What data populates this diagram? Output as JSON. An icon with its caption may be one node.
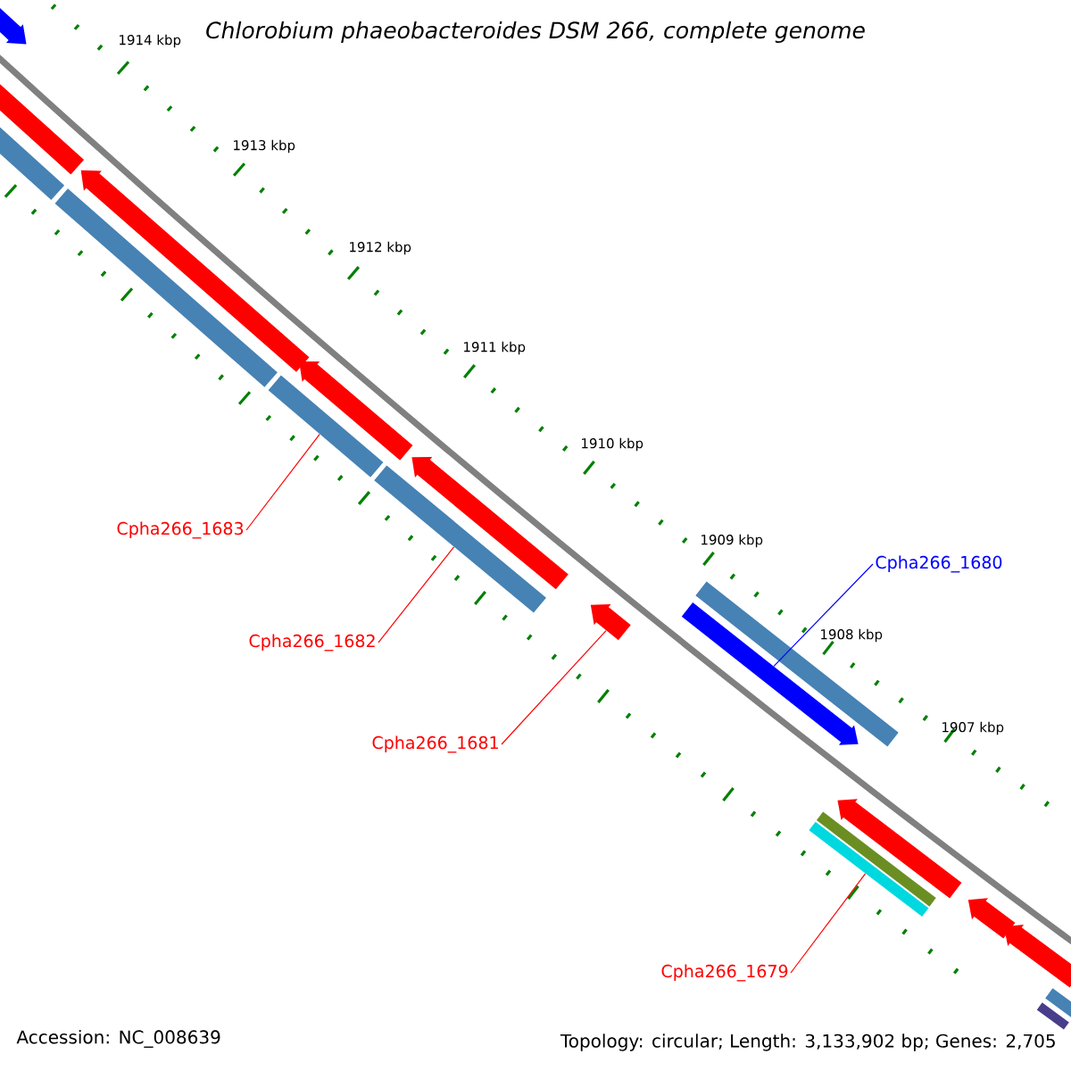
{
  "diagram": {
    "title": "Chlorobium phaeobacteroides DSM 266, complete genome",
    "nodes": [
      {
        "text": [
          "Cpha266_1683"
        ]
      },
      {
        "text": [],
        "shape": "bar"
      },
      {
        "text": [
          "Cpha266_1682"
        ]
      },
      {
        "text": [],
        "shape": "bar"
      },
      {
        "text": [
          "Cpha266_1681"
        ]
      },
      {
        "text": [],
        "shape": "bar"
      },
      {
        "text": [
          "Cpha266_1680"
        ]
      },
      {
        "text": [],
        "shape": "bar"
      },
      {
        "text": [
          "Cpha266_1679"
        ]
      },
      {
        "text": [],
        "shape": "bar"
      },
      {
        "text": [],
        "shape": "bar"
      },
      {
        "text": [],
        "shape": "bar"
      },
      {
        "text": [],
        "shape": "bar"
      },
      {
        "text": [],
        "shape": "bar"
      },
      {
        "text": [],
        "shape": "bar"
      },
      {
        "text": [],
        "shape": "bar"
      },
      {
        "text": [],
        "shape": "bar"
      },
      {
        "text": [],
        "shape": "bar"
      },
      {
        "text": [],
        "shape": "bar"
      },
      {
        "text": [],
        "shape": "bar"
      },
      {
        "text": [],
        "shape": "bar"
      },
      {
        "text": [],
        "shape": "bar"
      },
      {
        "text": [],
        "shape": "bar"
      },
      {
        "text": [],
        "shape": "bar"
      }
    ],
    "edges": [
      {
        "from": 0,
        "to": 1,
        "arrow": "none"
      },
      {
        "from": 2,
        "to": 3,
        "arrow": "none"
      },
      {
        "from": 4,
        "to": 5,
        "arrow": "none"
      },
      {
        "from": 6,
        "to": 7,
        "arrow": "none",
        "color": "#0000ff"
      },
      {
        "from": 8,
        "to": 9,
        "arrow": "none"
      }
    ],
    "labels": [
      "1914 kbp",
      "1913 kbp",
      "1912 kbp",
      "1911 kbp",
      "1910 kbp",
      "1909 kbp",
      "1908 kbp",
      "1907 kbp",
      "Accession: NC_008639",
      "Topology: circular; Length: 3,133,902 bp; Genes: 2,705"
    ]
  }
}
